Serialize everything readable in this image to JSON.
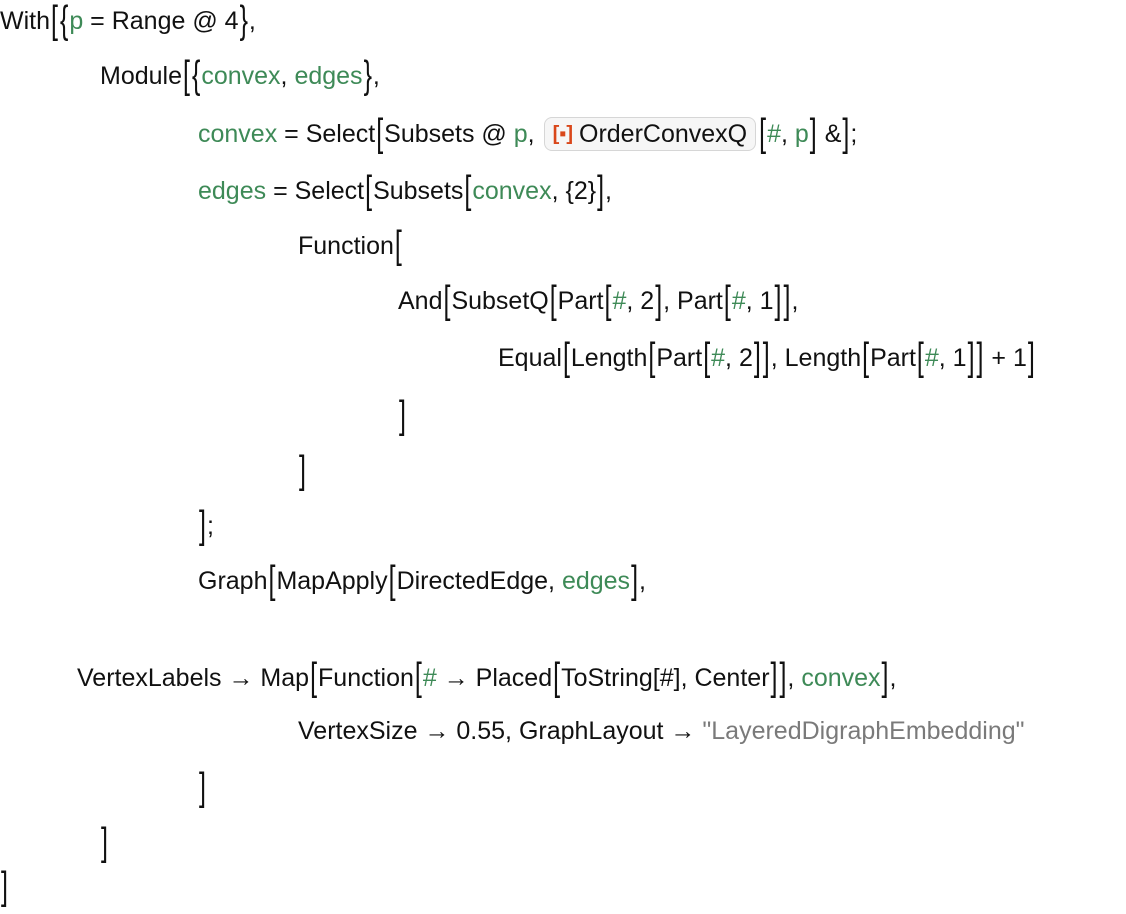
{
  "colors": {
    "text": "#111111",
    "variable": "#3e8a57",
    "string": "#7a7a7a",
    "resource_icon": "#d9471a"
  },
  "code_lines": [
    [
      [
        "t",
        "With"
      ],
      [
        "b",
        "["
      ],
      [
        "b",
        "{"
      ],
      [
        "v",
        "p"
      ],
      [
        "t",
        " = Range @ 4"
      ],
      [
        "b",
        "}"
      ],
      [
        "t",
        ","
      ]
    ],
    [
      [
        "t",
        "Module"
      ],
      [
        "b",
        "["
      ],
      [
        "b",
        "{"
      ],
      [
        "v",
        "convex"
      ],
      [
        "t",
        ", "
      ],
      [
        "v",
        "edges"
      ],
      [
        "b",
        "}"
      ],
      [
        "t",
        ","
      ]
    ],
    [
      [
        "v",
        "convex"
      ],
      [
        "t",
        " = Select"
      ],
      [
        "b",
        "["
      ],
      [
        "t",
        "Subsets @ "
      ],
      [
        "v",
        "p"
      ],
      [
        "t",
        ", "
      ],
      [
        "rf",
        "OrderConvexQ"
      ],
      [
        "b",
        "["
      ],
      [
        "v",
        "#"
      ],
      [
        "t",
        ", "
      ],
      [
        "v",
        "p"
      ],
      [
        "b",
        "]"
      ],
      [
        "t",
        " &"
      ],
      [
        "b",
        "]"
      ],
      [
        "t",
        ";"
      ]
    ],
    [
      [
        "v",
        "edges"
      ],
      [
        "t",
        " = Select"
      ],
      [
        "b",
        "["
      ],
      [
        "t",
        "Subsets"
      ],
      [
        "b",
        "["
      ],
      [
        "v",
        "convex"
      ],
      [
        "t",
        ", {2}"
      ],
      [
        "b",
        "]"
      ],
      [
        "t",
        ","
      ]
    ],
    [
      [
        "t",
        "Function"
      ],
      [
        "b",
        "["
      ]
    ],
    [
      [
        "t",
        "And"
      ],
      [
        "b",
        "["
      ],
      [
        "t",
        "SubsetQ"
      ],
      [
        "b",
        "["
      ],
      [
        "t",
        "Part"
      ],
      [
        "b",
        "["
      ],
      [
        "v",
        "#"
      ],
      [
        "t",
        ", 2"
      ],
      [
        "b",
        "]"
      ],
      [
        "t",
        ", Part"
      ],
      [
        "b",
        "["
      ],
      [
        "v",
        "#"
      ],
      [
        "t",
        ", 1"
      ],
      [
        "b",
        "]"
      ],
      [
        "b",
        "]"
      ],
      [
        "t",
        ","
      ]
    ],
    [
      [
        "t",
        "Equal"
      ],
      [
        "b",
        "["
      ],
      [
        "t",
        "Length"
      ],
      [
        "b",
        "["
      ],
      [
        "t",
        "Part"
      ],
      [
        "b",
        "["
      ],
      [
        "v",
        "#"
      ],
      [
        "t",
        ", 2"
      ],
      [
        "b",
        "]"
      ],
      [
        "b",
        "]"
      ],
      [
        "t",
        ", Length"
      ],
      [
        "b",
        "["
      ],
      [
        "t",
        "Part"
      ],
      [
        "b",
        "["
      ],
      [
        "v",
        "#"
      ],
      [
        "t",
        ", 1"
      ],
      [
        "b",
        "]"
      ],
      [
        "b",
        "]"
      ],
      [
        "t",
        " + 1"
      ],
      [
        "b",
        "]"
      ]
    ],
    [
      [
        "b",
        "]"
      ]
    ],
    [
      [
        "b",
        "]"
      ]
    ],
    [
      [
        "b",
        "]"
      ],
      [
        "t",
        ";"
      ]
    ],
    [
      [
        "t",
        "Graph"
      ],
      [
        "b",
        "["
      ],
      [
        "t",
        "MapApply"
      ],
      [
        "b",
        "["
      ],
      [
        "t",
        "DirectedEdge, "
      ],
      [
        "v",
        "edges"
      ],
      [
        "b",
        "]"
      ],
      [
        "t",
        ","
      ]
    ],
    [],
    [
      [
        "t",
        "VertexLabels → Map"
      ],
      [
        "b",
        "["
      ],
      [
        "t",
        "Function"
      ],
      [
        "b",
        "["
      ],
      [
        "v",
        "#"
      ],
      [
        "t",
        " → Placed"
      ],
      [
        "b",
        "["
      ],
      [
        "t",
        "ToString[#], Center"
      ],
      [
        "b",
        "]"
      ],
      [
        "b",
        "]"
      ],
      [
        "t",
        ", "
      ],
      [
        "v",
        "convex"
      ],
      [
        "b",
        "]"
      ],
      [
        "t",
        ","
      ]
    ],
    [
      [
        "t",
        "VertexSize → 0.55, GraphLayout → "
      ],
      [
        "s",
        "\"LayeredDigraphEmbedding\""
      ]
    ],
    [
      [
        "b",
        "]"
      ]
    ],
    [
      [
        "b",
        "]"
      ]
    ],
    [
      [
        "b",
        "]"
      ]
    ]
  ]
}
